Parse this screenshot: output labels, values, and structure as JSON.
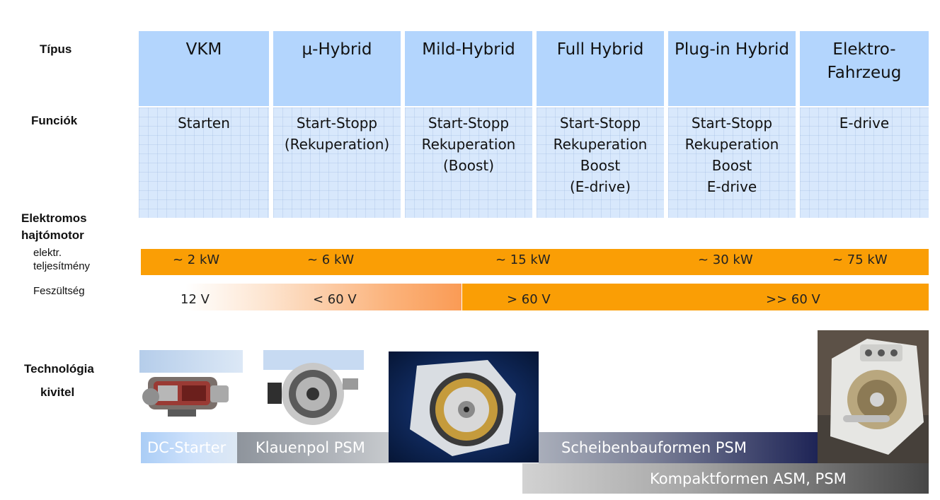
{
  "row_labels": {
    "tipus": "Típus",
    "funkciok": "Funciók",
    "motor_line1": "Elektromos",
    "motor_line2": "hajtómotor",
    "power_line1": "elektr.",
    "power_line2": "teljesítmény",
    "voltage": "Feszültség",
    "tech_line1": "Technológia",
    "tech_line2": "kivitel"
  },
  "types": [
    {
      "name": "VKM",
      "functions": "Starten"
    },
    {
      "name": "µ-Hybrid",
      "functions": "Start-Stopp\n(Rekuperation)"
    },
    {
      "name": "Mild-Hybrid",
      "functions": "Start-Stopp\nRekuperation\n(Boost)"
    },
    {
      "name": "Full Hybrid",
      "functions": "Start-Stopp\nRekuperation\nBoost\n(E-drive)"
    },
    {
      "name": "Plug-in Hybrid",
      "functions": "Start-Stopp\nRekuperation\nBoost\nE-drive"
    },
    {
      "name": "Elektro-\nFahrzeug",
      "functions": "E-drive"
    }
  ],
  "power": [
    "~ 2 kW",
    "~ 6 kW",
    "~ 15 kW",
    "~ 30 kW",
    "~ 75 kW"
  ],
  "voltage": [
    "12 V",
    "< 60 V",
    "> 60 V",
    ">> 60 V"
  ],
  "technology": [
    "DC-Starter",
    "Klauenpol PSM",
    "Scheibenbauformen PSM",
    "Kompaktformen ASM, PSM"
  ],
  "colors": {
    "header": "#b3d5fd",
    "cell": "#d8e8fc",
    "orange": "#fa9e05"
  }
}
